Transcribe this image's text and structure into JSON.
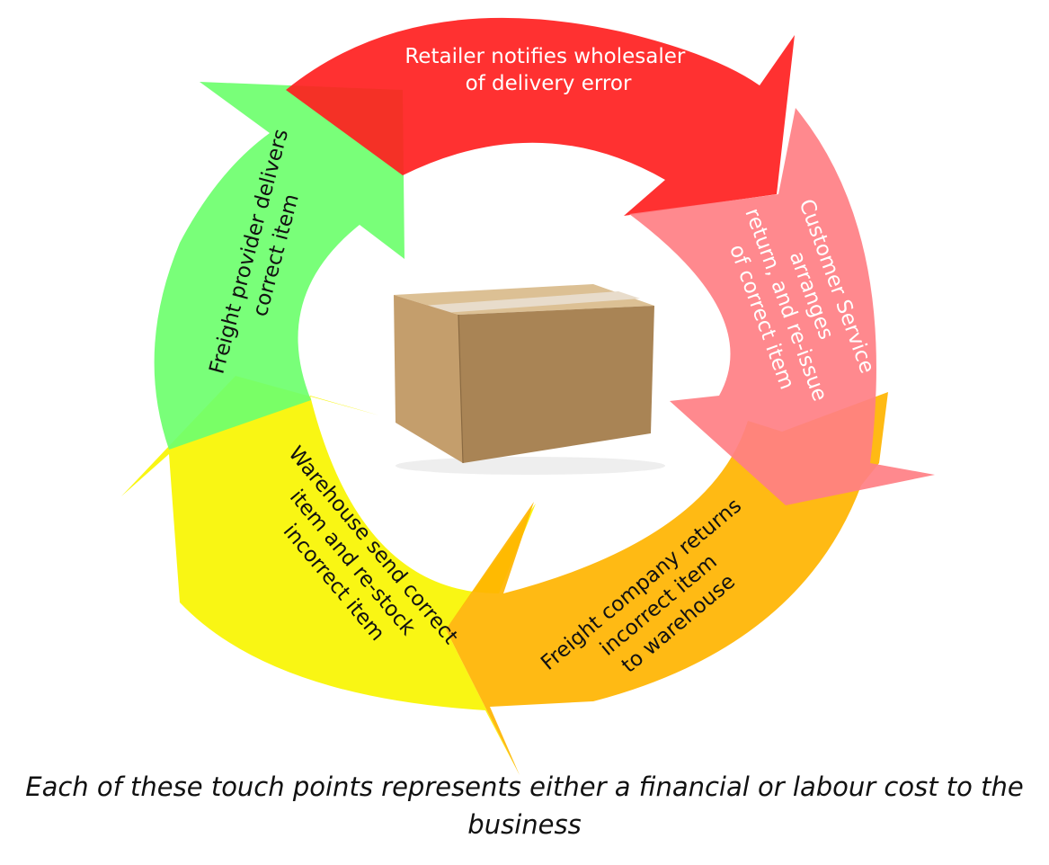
{
  "steps": [
    {
      "id": "retailer",
      "text_lines": [
        "Retailer notifies wholesaler",
        "of delivery error"
      ],
      "color": "#ff1f1f",
      "text_color": "#ffffff"
    },
    {
      "id": "customer-service",
      "text_lines": [
        "Customer Service",
        "arranges",
        "return, and re-issue",
        "of correct item"
      ],
      "color": "#ff7f84",
      "text_color": "#ffffff"
    },
    {
      "id": "freight-return",
      "text_lines": [
        "Freight company returns",
        "incorrect item",
        "to warehouse"
      ],
      "color": "#ffb400",
      "text_color": "#111111"
    },
    {
      "id": "warehouse",
      "text_lines": [
        "Warehouse send correct",
        "item and re-stock",
        "incorrect item"
      ],
      "color": "#f8f500",
      "text_color": "#111111"
    },
    {
      "id": "freight-deliver",
      "text_lines": [
        "Freight provider delivers",
        "correct item"
      ],
      "color": "#6eff6e",
      "text_color": "#111111"
    }
  ],
  "center_image": "cardboard-box",
  "box_colors": {
    "front": "#c49e6c",
    "side": "#a98455",
    "top": "#dcc094",
    "tape": "#e8dccb"
  },
  "caption": "Each of these touch points represents either a financial or labour cost to the business"
}
